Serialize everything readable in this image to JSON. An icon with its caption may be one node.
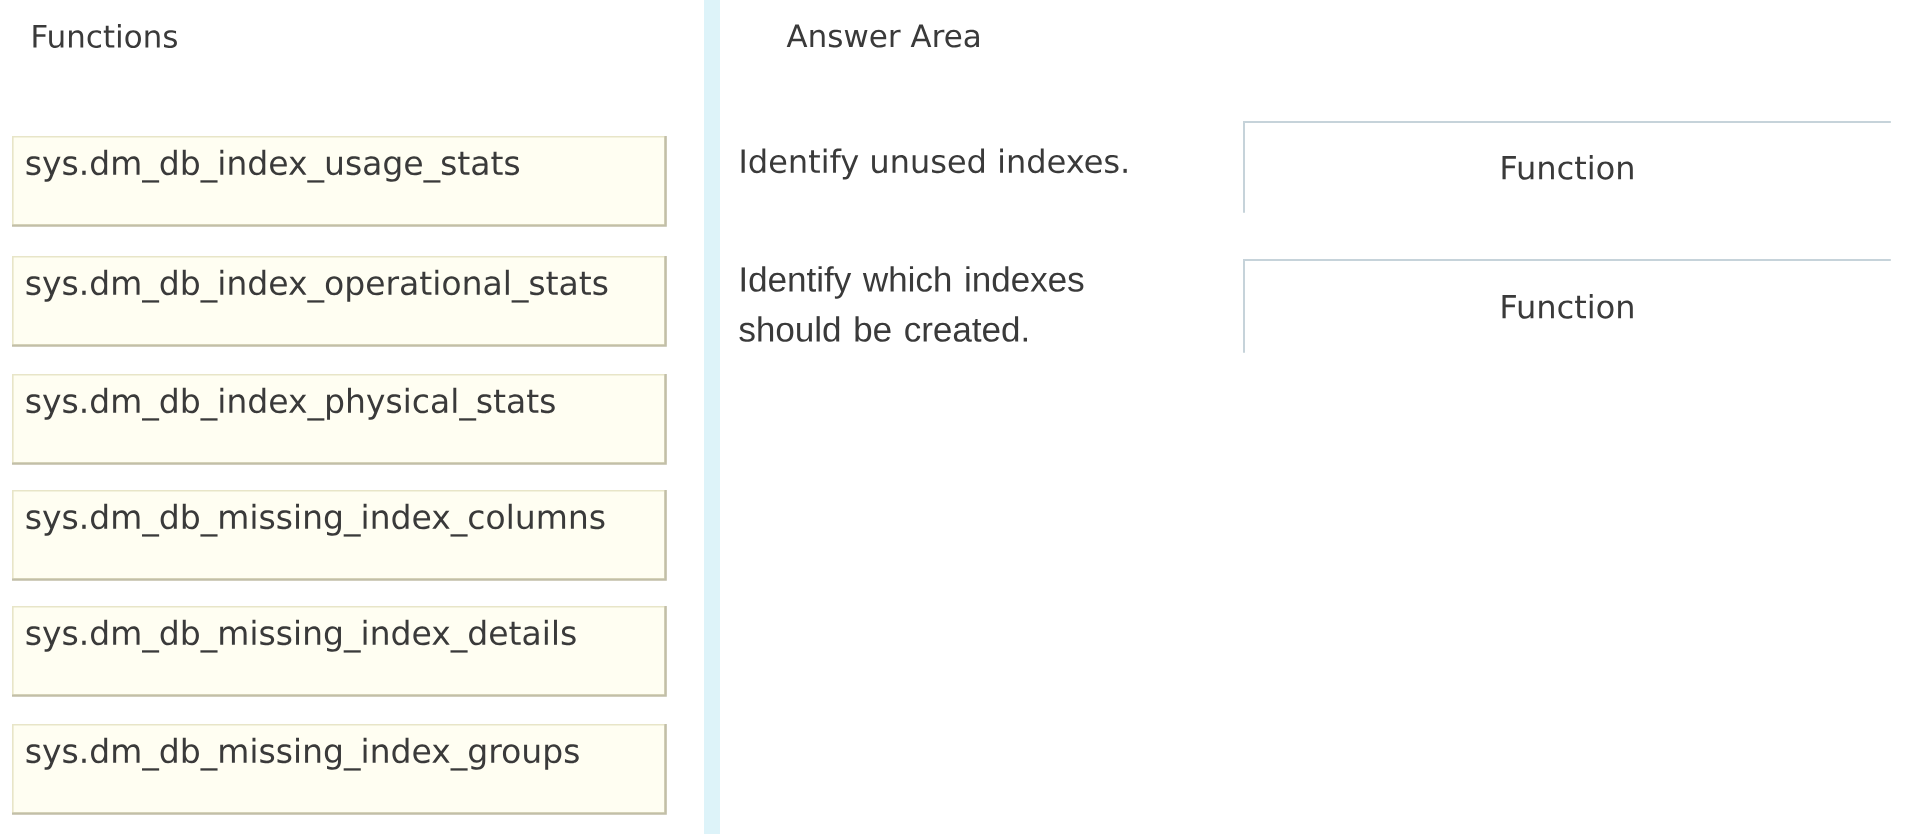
{
  "diagram": {
    "nodes": [
      {
        "text": [
          "sys.dm_db_index_usage_stats"
        ]
      },
      {
        "text": [
          "sys.dm_db_index_operational_stats"
        ]
      },
      {
        "text": [
          "sys.dm_db_index_physical_stats"
        ]
      },
      {
        "text": [
          "sys.dm_db_missing_index_columns"
        ]
      },
      {
        "text": [
          "sys.dm_db_missing_index_details"
        ]
      },
      {
        "text": [
          "sys.dm_db_missing_index_groups"
        ]
      },
      {
        "text": [
          "Function"
        ]
      },
      {
        "text": [
          "Function"
        ]
      }
    ],
    "labels": [
      "Functions",
      "Answer Area",
      "Identify unused indexes.",
      "Identify which indexes should be created."
    ]
  }
}
